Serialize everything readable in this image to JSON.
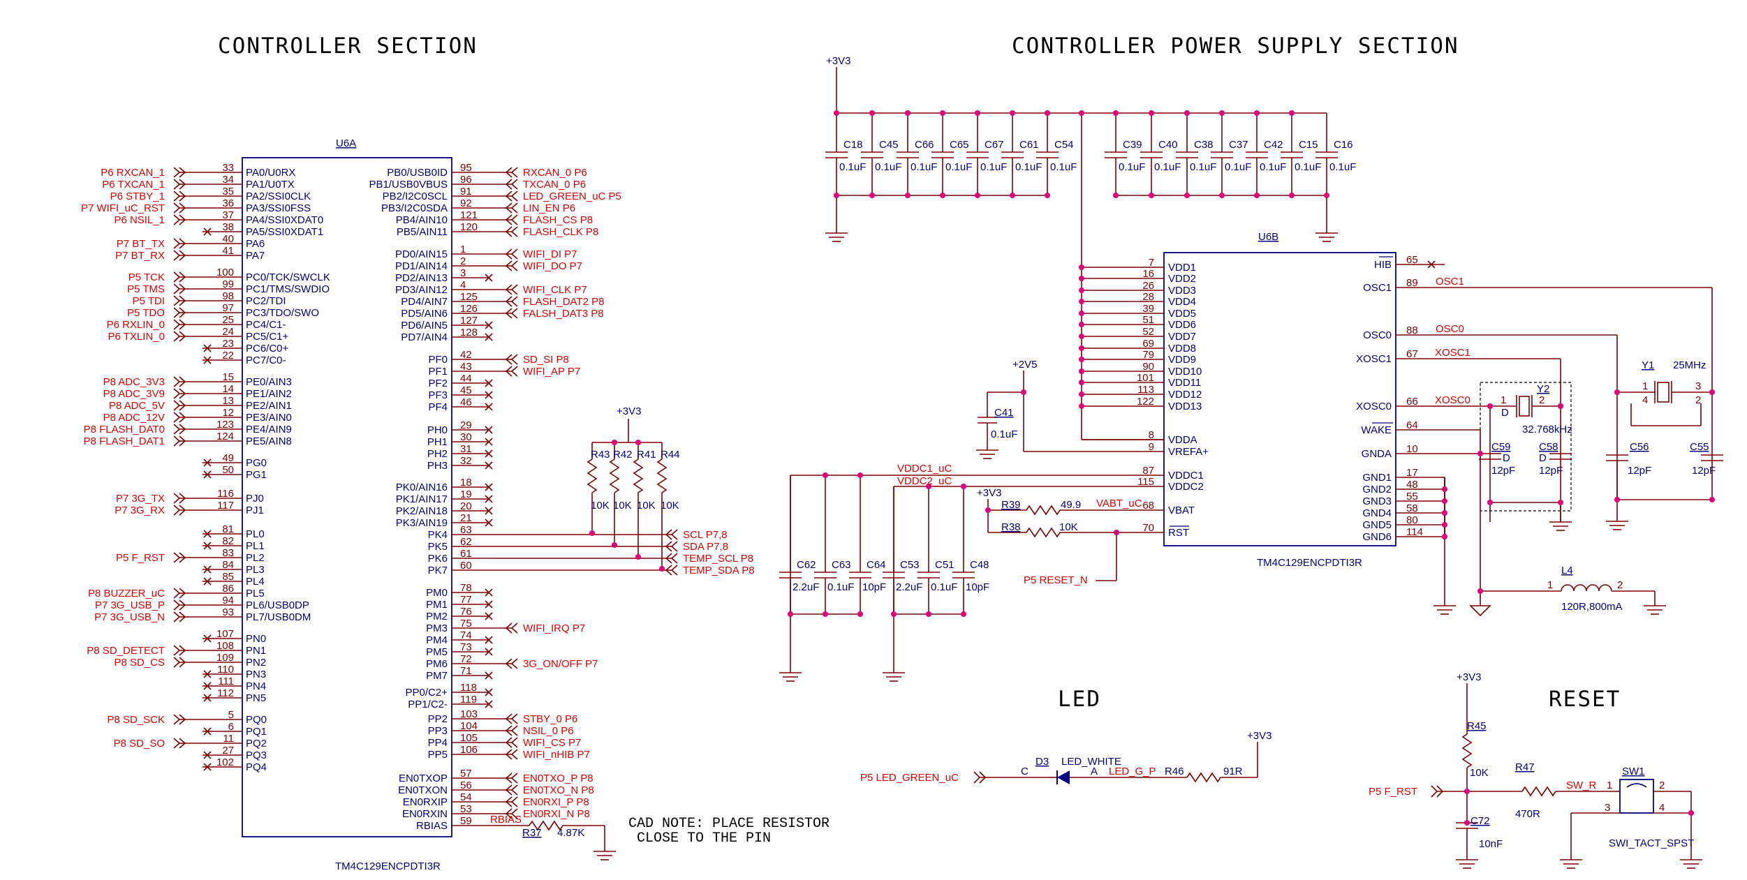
{
  "titles": {
    "controller": "CONTROLLER SECTION",
    "power": "CONTROLLER POWER SUPPLY SECTION",
    "led": "LED",
    "reset": "RESET"
  },
  "cad_note": {
    "line1": "CAD NOTE: PLACE RESISTOR",
    "line2": "CLOSE TO THE PIN"
  },
  "u6a": {
    "ref": "U6A",
    "part": "TM4C129ENCPDTI3R",
    "left_pins": [
      {
        "num": "33",
        "name": "PA0/U0RX",
        "net": "P6 RXCAN_1"
      },
      {
        "num": "34",
        "name": "PA1/U0TX",
        "net": "P6 TXCAN_1"
      },
      {
        "num": "35",
        "name": "PA2/SSI0CLK",
        "net": "P6 STBY_1"
      },
      {
        "num": "36",
        "name": "PA3/SSI0FSS",
        "net": "P7 WIFI_uC_RST"
      },
      {
        "num": "37",
        "name": "PA4/SSI0XDAT0",
        "net": "P6 NSIL_1"
      },
      {
        "num": "38",
        "name": "PA5/SSI0XDAT1",
        "net": ""
      },
      {
        "num": "40",
        "name": "PA6",
        "net": "P7 BT_TX"
      },
      {
        "num": "41",
        "name": "PA7",
        "net": "P7 BT_RX"
      },
      {
        "num": "100",
        "name": "PC0/TCK/SWCLK",
        "net": "P5 TCK"
      },
      {
        "num": "99",
        "name": "PC1/TMS/SWDIO",
        "net": "P5 TMS"
      },
      {
        "num": "98",
        "name": "PC2/TDI",
        "net": "P5 TDI"
      },
      {
        "num": "97",
        "name": "PC3/TDO/SWO",
        "net": "P5 TDO"
      },
      {
        "num": "25",
        "name": "PC4/C1-",
        "net": "P6 RXLIN_0"
      },
      {
        "num": "24",
        "name": "PC5/C1+",
        "net": "P6 TXLIN_0"
      },
      {
        "num": "23",
        "name": "PC6/C0+",
        "net": ""
      },
      {
        "num": "22",
        "name": "PC7/C0-",
        "net": ""
      },
      {
        "num": "15",
        "name": "PE0/AIN3",
        "net": "P8 ADC_3V3"
      },
      {
        "num": "14",
        "name": "PE1/AIN2",
        "net": "P8 ADC_3V9"
      },
      {
        "num": "13",
        "name": "PE2/AIN1",
        "net": "P8 ADC_5V"
      },
      {
        "num": "12",
        "name": "PE3/AIN0",
        "net": "P8 ADC_12V"
      },
      {
        "num": "123",
        "name": "PE4/AIN9",
        "net": "P8 FLASH_DAT0"
      },
      {
        "num": "124",
        "name": "PE5/AIN8",
        "net": "P8 FLASH_DAT1"
      },
      {
        "num": "49",
        "name": "PG0",
        "net": ""
      },
      {
        "num": "50",
        "name": "PG1",
        "net": ""
      },
      {
        "num": "116",
        "name": "PJ0",
        "net": "P7 3G_TX"
      },
      {
        "num": "117",
        "name": "PJ1",
        "net": "P7 3G_RX"
      },
      {
        "num": "81",
        "name": "PL0",
        "net": ""
      },
      {
        "num": "82",
        "name": "PL1",
        "net": ""
      },
      {
        "num": "83",
        "name": "PL2",
        "net": "P5 F_RST"
      },
      {
        "num": "84",
        "name": "PL3",
        "net": ""
      },
      {
        "num": "85",
        "name": "PL4",
        "net": ""
      },
      {
        "num": "86",
        "name": "PL5",
        "net": "P8 BUZZER_uC"
      },
      {
        "num": "94",
        "name": "PL6/USB0DP",
        "net": "P7 3G_USB_P"
      },
      {
        "num": "93",
        "name": "PL7/USB0DM",
        "net": "P7 3G_USB_N"
      },
      {
        "num": "107",
        "name": "PN0",
        "net": ""
      },
      {
        "num": "108",
        "name": "PN1",
        "net": "P8 SD_DETECT"
      },
      {
        "num": "109",
        "name": "PN2",
        "net": "P8 SD_CS"
      },
      {
        "num": "110",
        "name": "PN3",
        "net": ""
      },
      {
        "num": "111",
        "name": "PN4",
        "net": ""
      },
      {
        "num": "112",
        "name": "PN5",
        "net": ""
      },
      {
        "num": "5",
        "name": "PQ0",
        "net": "P8 SD_SCK"
      },
      {
        "num": "6",
        "name": "PQ1",
        "net": ""
      },
      {
        "num": "11",
        "name": "PQ2",
        "net": "P8 SD_SO"
      },
      {
        "num": "27",
        "name": "PQ3",
        "net": ""
      },
      {
        "num": "102",
        "name": "PQ4",
        "net": ""
      }
    ],
    "right_pins": [
      {
        "num": "95",
        "name": "PB0/USB0ID",
        "net": "RXCAN_0  P6"
      },
      {
        "num": "96",
        "name": "PB1/USB0VBUS",
        "net": "TXCAN_0  P6"
      },
      {
        "num": "91",
        "name": "PB2/I2C0SCL",
        "net": "LED_GREEN_uC  P5"
      },
      {
        "num": "92",
        "name": "PB3/I2C0SDA",
        "net": "LIN_EN  P6"
      },
      {
        "num": "121",
        "name": "PB4/AIN10",
        "net": "FLASH_CS  P8"
      },
      {
        "num": "120",
        "name": "PB5/AIN11",
        "net": "FLASH_CLK  P8"
      },
      {
        "num": "1",
        "name": "PD0/AIN15",
        "net": "WIFI_DI  P7"
      },
      {
        "num": "2",
        "name": "PD1/AIN14",
        "net": "WIFI_DO  P7"
      },
      {
        "num": "3",
        "name": "PD2/AIN13",
        "net": ""
      },
      {
        "num": "4",
        "name": "PD3/AIN12",
        "net": "WIFI_CLK  P7"
      },
      {
        "num": "125",
        "name": "PD4/AIN7",
        "net": "FLASH_DAT2  P8"
      },
      {
        "num": "126",
        "name": "PD5/AIN6",
        "net": "FALSH_DAT3  P8"
      },
      {
        "num": "127",
        "name": "PD6/AIN5",
        "net": ""
      },
      {
        "num": "128",
        "name": "PD7/AIN4",
        "net": ""
      },
      {
        "num": "42",
        "name": "PF0",
        "net": "SD_SI  P8"
      },
      {
        "num": "43",
        "name": "PF1",
        "net": "WIFI_AP  P7"
      },
      {
        "num": "44",
        "name": "PF2",
        "net": ""
      },
      {
        "num": "45",
        "name": "PF3",
        "net": ""
      },
      {
        "num": "46",
        "name": "PF4",
        "net": ""
      },
      {
        "num": "29",
        "name": "PH0",
        "net": ""
      },
      {
        "num": "30",
        "name": "PH1",
        "net": ""
      },
      {
        "num": "31",
        "name": "PH2",
        "net": ""
      },
      {
        "num": "32",
        "name": "PH3",
        "net": ""
      },
      {
        "num": "18",
        "name": "PK0/AIN16",
        "net": ""
      },
      {
        "num": "19",
        "name": "PK1/AIN17",
        "net": ""
      },
      {
        "num": "20",
        "name": "PK2/AIN18",
        "net": ""
      },
      {
        "num": "21",
        "name": "PK3/AIN19",
        "net": ""
      },
      {
        "num": "63",
        "name": "PK4",
        "net": "SCL  P7,8"
      },
      {
        "num": "62",
        "name": "PK5",
        "net": "SDA  P7,8"
      },
      {
        "num": "61",
        "name": "PK6",
        "net": "TEMP_SCL  P8"
      },
      {
        "num": "60",
        "name": "PK7",
        "net": "TEMP_SDA  P8"
      },
      {
        "num": "78",
        "name": "PM0",
        "net": ""
      },
      {
        "num": "77",
        "name": "PM1",
        "net": ""
      },
      {
        "num": "76",
        "name": "PM2",
        "net": ""
      },
      {
        "num": "75",
        "name": "PM3",
        "net": "WIFI_IRQ  P7"
      },
      {
        "num": "74",
        "name": "PM4",
        "net": ""
      },
      {
        "num": "73",
        "name": "PM5",
        "net": ""
      },
      {
        "num": "72",
        "name": "PM6",
        "net": "3G_ON/OFF  P7"
      },
      {
        "num": "71",
        "name": "PM7",
        "net": ""
      },
      {
        "num": "118",
        "name": "PP0/C2+",
        "net": ""
      },
      {
        "num": "119",
        "name": "PP1/C2-",
        "net": ""
      },
      {
        "num": "103",
        "name": "PP2",
        "net": "STBY_0  P6"
      },
      {
        "num": "104",
        "name": "PP3",
        "net": "NSIL_0  P6"
      },
      {
        "num": "105",
        "name": "PP4",
        "net": "WIFI_CS  P7"
      },
      {
        "num": "106",
        "name": "PP5",
        "net": "WIFI_nHIB  P7"
      },
      {
        "num": "57",
        "name": "EN0TXOP",
        "net": "EN0TXO_P  P8"
      },
      {
        "num": "56",
        "name": "EN0TXON",
        "net": "EN0TXO_N  P8"
      },
      {
        "num": "54",
        "name": "EN0RXIP",
        "net": "EN0RXI_P  P8"
      },
      {
        "num": "53",
        "name": "EN0RXIN",
        "net": "EN0RXI_N  P8"
      },
      {
        "num": "59",
        "name": "RBIAS",
        "net": ""
      }
    ]
  },
  "i2c_pullups": {
    "rail": "+3V3",
    "refs": [
      "R43",
      "R42",
      "R41",
      "R44"
    ],
    "values": [
      "10K",
      "10K",
      "10K",
      "10K"
    ]
  },
  "r37": {
    "ref": "R37",
    "value": "4.87K",
    "net": "RBIAS"
  },
  "top_caps": {
    "rail": "+3V3",
    "group1": [
      {
        "ref": "C18",
        "value": "0.1uF"
      },
      {
        "ref": "C45",
        "value": "0.1uF"
      },
      {
        "ref": "C66",
        "value": "0.1uF"
      },
      {
        "ref": "C65",
        "value": "0.1uF"
      },
      {
        "ref": "C67",
        "value": "0.1uF"
      },
      {
        "ref": "C61",
        "value": "0.1uF"
      },
      {
        "ref": "C54",
        "value": "0.1uF"
      }
    ],
    "group2": [
      {
        "ref": "C39",
        "value": "0.1uF"
      },
      {
        "ref": "C40",
        "value": "0.1uF"
      },
      {
        "ref": "C38",
        "value": "0.1uF"
      },
      {
        "ref": "C37",
        "value": "0.1uF"
      },
      {
        "ref": "C42",
        "value": "0.1uF"
      },
      {
        "ref": "C15",
        "value": "0.1uF"
      },
      {
        "ref": "C16",
        "value": "0.1uF"
      }
    ]
  },
  "u6b": {
    "ref": "U6B",
    "part": "TM4C129ENCPDTI3R",
    "left_pins": [
      {
        "num": "7",
        "name": "VDD1"
      },
      {
        "num": "16",
        "name": "VDD2"
      },
      {
        "num": "26",
        "name": "VDD3"
      },
      {
        "num": "28",
        "name": "VDD4"
      },
      {
        "num": "39",
        "name": "VDD5"
      },
      {
        "num": "51",
        "name": "VDD6"
      },
      {
        "num": "52",
        "name": "VDD7"
      },
      {
        "num": "69",
        "name": "VDD8"
      },
      {
        "num": "79",
        "name": "VDD9"
      },
      {
        "num": "90",
        "name": "VDD10"
      },
      {
        "num": "101",
        "name": "VDD11"
      },
      {
        "num": "113",
        "name": "VDD12"
      },
      {
        "num": "122",
        "name": "VDD13"
      },
      {
        "num": "8",
        "name": "VDDA"
      },
      {
        "num": "9",
        "name": "VREFA+"
      },
      {
        "num": "87",
        "name": "VDDC1"
      },
      {
        "num": "115",
        "name": "VDDC2"
      },
      {
        "num": "68",
        "name": "VBAT"
      },
      {
        "num": "70",
        "name": "RST"
      }
    ],
    "right_pins": [
      {
        "num": "65",
        "name": "HIB"
      },
      {
        "num": "89",
        "name": "OSC1"
      },
      {
        "num": "88",
        "name": "OSC0"
      },
      {
        "num": "67",
        "name": "XOSC1"
      },
      {
        "num": "66",
        "name": "XOSC0"
      },
      {
        "num": "64",
        "name": "WAKE"
      },
      {
        "num": "10",
        "name": "GNDA"
      },
      {
        "num": "17",
        "name": "GND1"
      },
      {
        "num": "48",
        "name": "GND2"
      },
      {
        "num": "55",
        "name": "GND3"
      },
      {
        "num": "58",
        "name": "GND4"
      },
      {
        "num": "80",
        "name": "GND5"
      },
      {
        "num": "114",
        "name": "GND6"
      }
    ]
  },
  "power_misc": {
    "rail_2v5": "+2V5",
    "c41": {
      "ref": "C41",
      "value": "0.1uF"
    },
    "vddc1": "VDDC1_uC",
    "vddc2": "VDDC2_uC",
    "vbat_rail": "+3V3",
    "r39": {
      "ref": "R39",
      "value": "49.9"
    },
    "vabt": "VABT_uC",
    "r38": {
      "ref": "R38",
      "value": "10K"
    },
    "reset_net": "P5  RESET_N",
    "vddc_caps": [
      {
        "ref": "C62",
        "value": "2.2uF"
      },
      {
        "ref": "C63",
        "value": "0.1uF"
      },
      {
        "ref": "C64",
        "value": "10pF"
      },
      {
        "ref": "C53",
        "value": "2.2uF"
      },
      {
        "ref": "C51",
        "value": "0.1uF"
      },
      {
        "ref": "C48",
        "value": "10pF"
      }
    ]
  },
  "osc": {
    "osc1_net": "OSC1",
    "osc0_net": "OSC0",
    "xosc1_net": "XOSC1",
    "xosc0_net": "XOSC0",
    "y1": {
      "ref": "Y1",
      "value": "25MHz",
      "p1": "1",
      "p2": "2",
      "p3": "3",
      "p4": "4"
    },
    "y2": {
      "ref": "Y2",
      "value": "32.768kHz",
      "p1": "1",
      "p2": "2",
      "d": "D"
    },
    "c56": {
      "ref": "C56",
      "value": "12pF"
    },
    "c55": {
      "ref": "C55",
      "value": "12pF"
    },
    "c59": {
      "ref": "C59",
      "value": "12pF",
      "d": "D"
    },
    "c58": {
      "ref": "C58",
      "value": "12pF",
      "d": "D"
    },
    "l4": {
      "ref": "L4",
      "value": "120R,800mA",
      "p1": "1",
      "p2": "2"
    }
  },
  "led": {
    "rail": "+3V3",
    "net": "P5  LED_GREEN_uC",
    "d3": {
      "ref": "D3",
      "value": "LED_WHITE",
      "c": "C",
      "a": "A"
    },
    "node": "LED_G_P",
    "r46": {
      "ref": "R46",
      "value": "91R"
    }
  },
  "reset": {
    "rail": "+3V3",
    "r45": {
      "ref": "R45",
      "value": "10K"
    },
    "net": "P5  F_RST",
    "r47": {
      "ref": "R47",
      "value": "470R"
    },
    "node": "SW_R",
    "c72": {
      "ref": "C72",
      "value": "10nF"
    },
    "sw1": {
      "ref": "SW1",
      "value": "SWI_TACT_SPST",
      "p1": "1",
      "p2": "2",
      "p3": "3",
      "p4": "4"
    }
  }
}
